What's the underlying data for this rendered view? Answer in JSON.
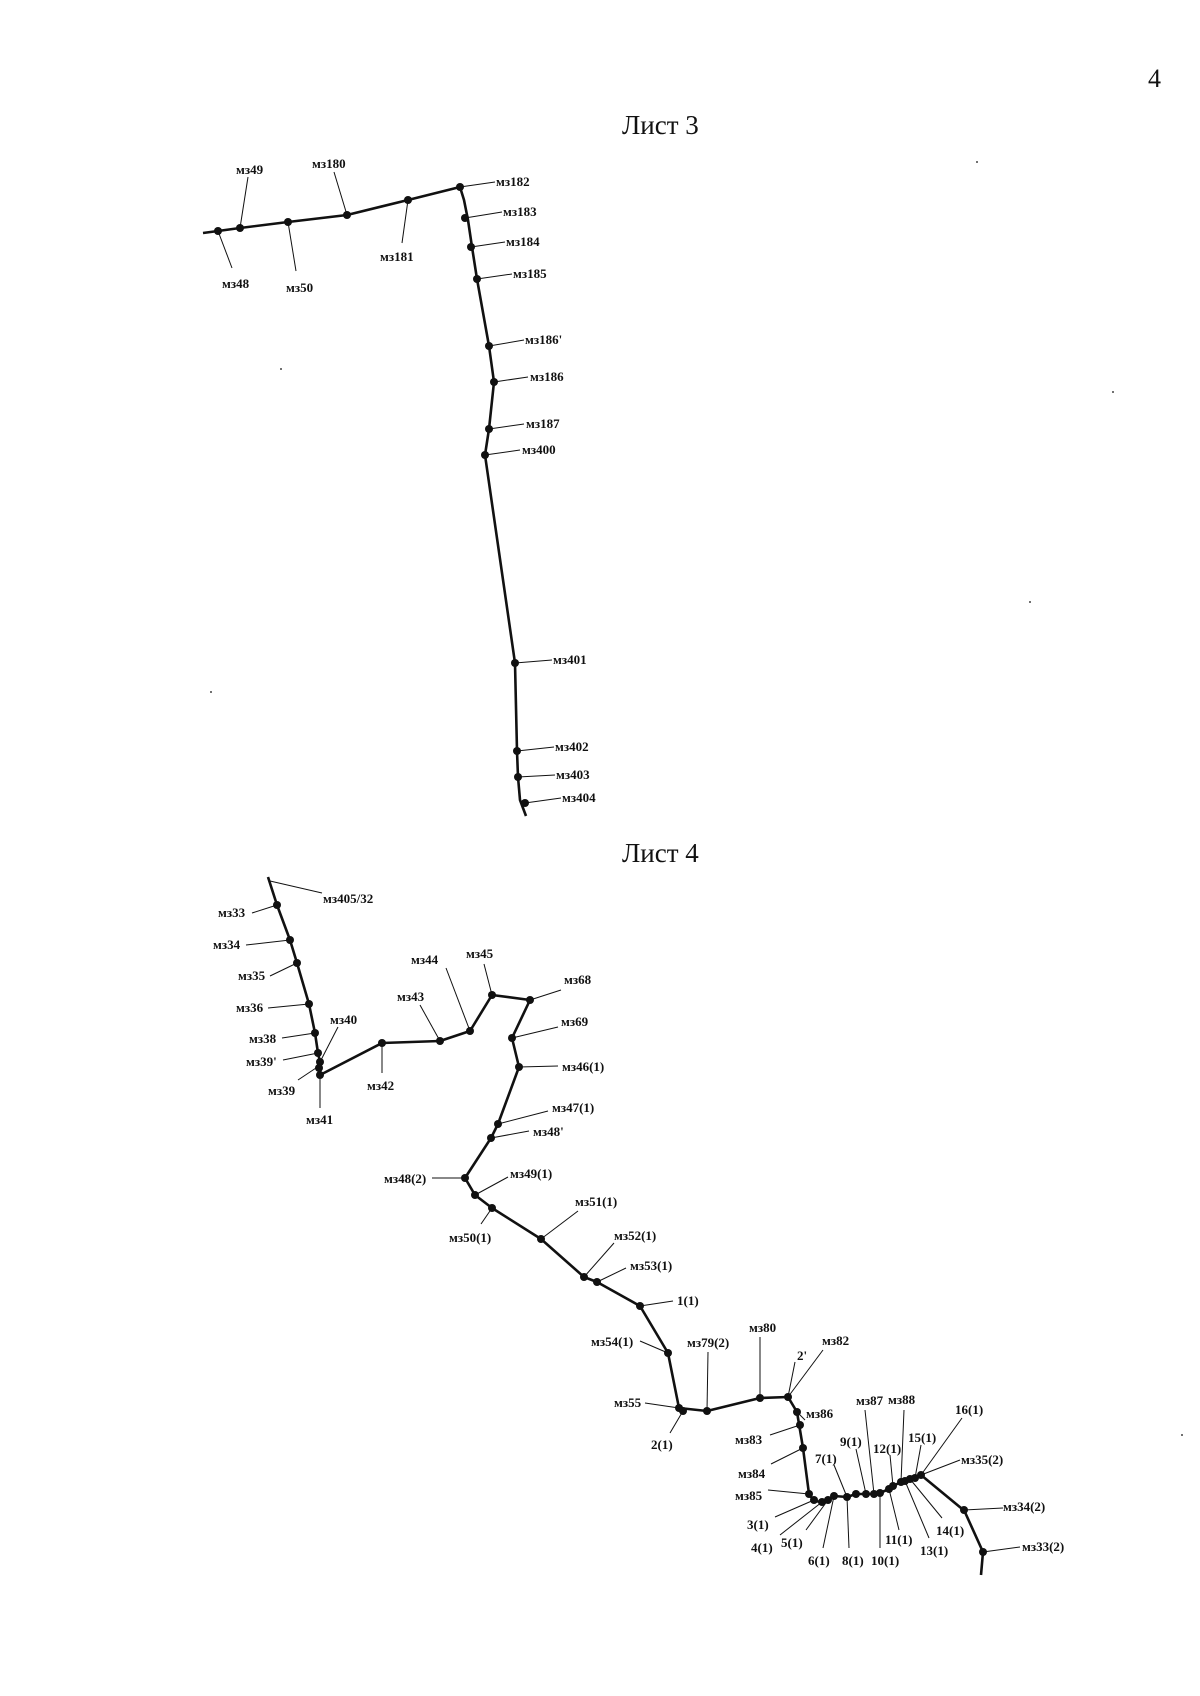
{
  "page_number": "4",
  "sheets": [
    {
      "title": "Лист 3",
      "labels": [
        "мз49",
        "мз180",
        "мз182",
        "мз183",
        "мз184",
        "мз185",
        "мз186'",
        "мз186",
        "мз187",
        "мз400",
        "мз401",
        "мз402",
        "мз403",
        "мз404",
        "мз48",
        "мз50",
        "мз181"
      ]
    },
    {
      "title": "Лист 4",
      "labels": [
        "мз405/32",
        "мз33",
        "мз34",
        "мз35",
        "мз36",
        "мз38",
        "мз39'",
        "мз39",
        "мз41",
        "мз40",
        "мз42",
        "мз43",
        "мз44",
        "мз45",
        "мз68",
        "мз69",
        "мз46(1)",
        "мз47(1)",
        "мз48'",
        "мз48(2)",
        "мз49(1)",
        "мз50(1)",
        "мз51(1)",
        "мз52(1)",
        "мз53(1)",
        "1(1)",
        "мз54(1)",
        "мз79(2)",
        "мз80",
        "2'",
        "мз82",
        "мз55",
        "2(1)",
        "мз83",
        "мз86",
        "мз84",
        "мз85",
        "7(1)",
        "9(1)",
        "мз87",
        "12(1)",
        "мз88",
        "15(1)",
        "16(1)",
        "мз35(2)",
        "3(1)",
        "4(1)",
        "5(1)",
        "6(1)",
        "8(1)",
        "10(1)",
        "11(1)",
        "13(1)",
        "14(1)",
        "мз34(2)",
        "мз33(2)"
      ]
    }
  ]
}
